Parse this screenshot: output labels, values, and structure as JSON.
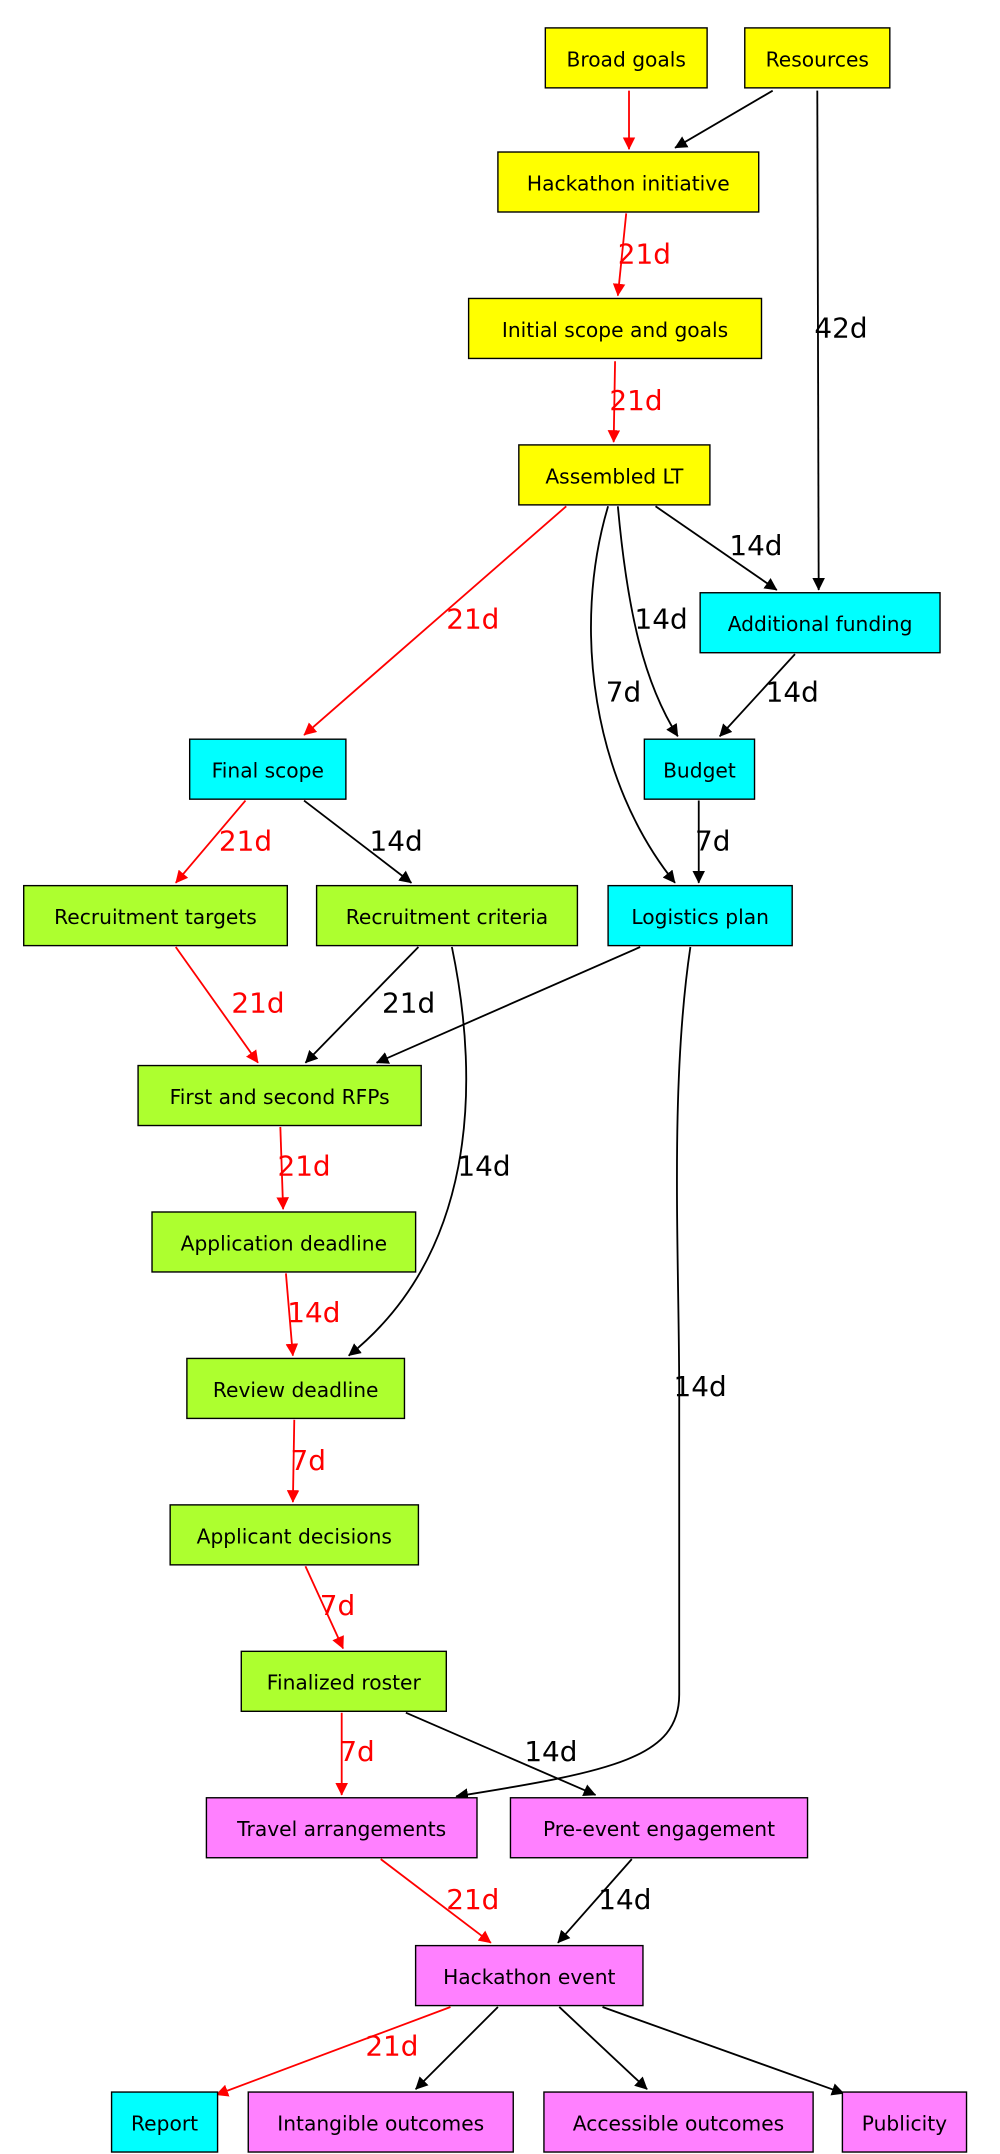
{
  "colors": {
    "yellow": "#ffff00",
    "cyan": "#00ffff",
    "green": "#adff2f",
    "magenta": "#ff80ff",
    "critical": "#ff0000",
    "normal": "#000000"
  },
  "nodes": {
    "broad_goals": {
      "label": "Broad goals",
      "color": "yellow"
    },
    "resources": {
      "label": "Resources",
      "color": "yellow"
    },
    "hackathon_initiative": {
      "label": "Hackathon initiative",
      "color": "yellow"
    },
    "initial_scope": {
      "label": "Initial scope and goals",
      "color": "yellow"
    },
    "assembled_lt": {
      "label": "Assembled LT",
      "color": "yellow"
    },
    "additional_funding": {
      "label": "Additional funding",
      "color": "cyan"
    },
    "final_scope": {
      "label": "Final scope",
      "color": "cyan"
    },
    "budget": {
      "label": "Budget",
      "color": "cyan"
    },
    "recruitment_targets": {
      "label": "Recruitment targets",
      "color": "green"
    },
    "recruitment_criteria": {
      "label": "Recruitment criteria",
      "color": "green"
    },
    "logistics_plan": {
      "label": "Logistics plan",
      "color": "cyan"
    },
    "first_second_rfps": {
      "label": "First and second RFPs",
      "color": "green"
    },
    "application_deadline": {
      "label": "Application deadline",
      "color": "green"
    },
    "review_deadline": {
      "label": "Review deadline",
      "color": "green"
    },
    "applicant_decisions": {
      "label": "Applicant decisions",
      "color": "green"
    },
    "finalized_roster": {
      "label": "Finalized roster",
      "color": "green"
    },
    "travel_arrangements": {
      "label": "Travel arrangements",
      "color": "magenta"
    },
    "pre_event_engagement": {
      "label": "Pre-event engagement",
      "color": "magenta"
    },
    "hackathon_event": {
      "label": "Hackathon event",
      "color": "magenta"
    },
    "report": {
      "label": "Report",
      "color": "cyan"
    },
    "intangible_outcomes": {
      "label": "Intangible outcomes",
      "color": "magenta"
    },
    "accessible_outcomes": {
      "label": "Accessible outcomes",
      "color": "magenta"
    },
    "publicity": {
      "label": "Publicity",
      "color": "magenta"
    }
  },
  "edges": [
    {
      "from": "broad_goals",
      "to": "hackathon_initiative",
      "label": "",
      "critical": true
    },
    {
      "from": "resources",
      "to": "hackathon_initiative",
      "label": "",
      "critical": false
    },
    {
      "from": "resources",
      "to": "additional_funding",
      "label": "42d",
      "critical": false
    },
    {
      "from": "hackathon_initiative",
      "to": "initial_scope",
      "label": "21d",
      "critical": true
    },
    {
      "from": "initial_scope",
      "to": "assembled_lt",
      "label": "21d",
      "critical": true
    },
    {
      "from": "assembled_lt",
      "to": "final_scope",
      "label": "21d",
      "critical": true
    },
    {
      "from": "assembled_lt",
      "to": "additional_funding",
      "label": "14d",
      "critical": false
    },
    {
      "from": "assembled_lt",
      "to": "budget",
      "label": "14d",
      "critical": false
    },
    {
      "from": "assembled_lt",
      "to": "logistics_plan",
      "label": "7d",
      "critical": false
    },
    {
      "from": "additional_funding",
      "to": "budget",
      "label": "14d",
      "critical": false
    },
    {
      "from": "final_scope",
      "to": "recruitment_targets",
      "label": "21d",
      "critical": true
    },
    {
      "from": "final_scope",
      "to": "recruitment_criteria",
      "label": "14d",
      "critical": false
    },
    {
      "from": "budget",
      "to": "logistics_plan",
      "label": "7d",
      "critical": false
    },
    {
      "from": "recruitment_targets",
      "to": "first_second_rfps",
      "label": "21d",
      "critical": true
    },
    {
      "from": "recruitment_criteria",
      "to": "first_second_rfps",
      "label": "21d",
      "critical": false
    },
    {
      "from": "logistics_plan",
      "to": "first_second_rfps",
      "label": "",
      "critical": false
    },
    {
      "from": "recruitment_criteria",
      "to": "review_deadline",
      "label": "14d",
      "critical": false
    },
    {
      "from": "logistics_plan",
      "to": "travel_arrangements",
      "label": "14d",
      "critical": false
    },
    {
      "from": "first_second_rfps",
      "to": "application_deadline",
      "label": "21d",
      "critical": true
    },
    {
      "from": "application_deadline",
      "to": "review_deadline",
      "label": "14d",
      "critical": true
    },
    {
      "from": "review_deadline",
      "to": "applicant_decisions",
      "label": "7d",
      "critical": true
    },
    {
      "from": "applicant_decisions",
      "to": "finalized_roster",
      "label": "7d",
      "critical": true
    },
    {
      "from": "finalized_roster",
      "to": "travel_arrangements",
      "label": "7d",
      "critical": true
    },
    {
      "from": "finalized_roster",
      "to": "pre_event_engagement",
      "label": "14d",
      "critical": false
    },
    {
      "from": "travel_arrangements",
      "to": "hackathon_event",
      "label": "21d",
      "critical": true
    },
    {
      "from": "pre_event_engagement",
      "to": "hackathon_event",
      "label": "14d",
      "critical": false
    },
    {
      "from": "hackathon_event",
      "to": "report",
      "label": "21d",
      "critical": true
    },
    {
      "from": "hackathon_event",
      "to": "intangible_outcomes",
      "label": "",
      "critical": false
    },
    {
      "from": "hackathon_event",
      "to": "accessible_outcomes",
      "label": "",
      "critical": false
    },
    {
      "from": "hackathon_event",
      "to": "publicity",
      "label": "",
      "critical": false
    }
  ]
}
